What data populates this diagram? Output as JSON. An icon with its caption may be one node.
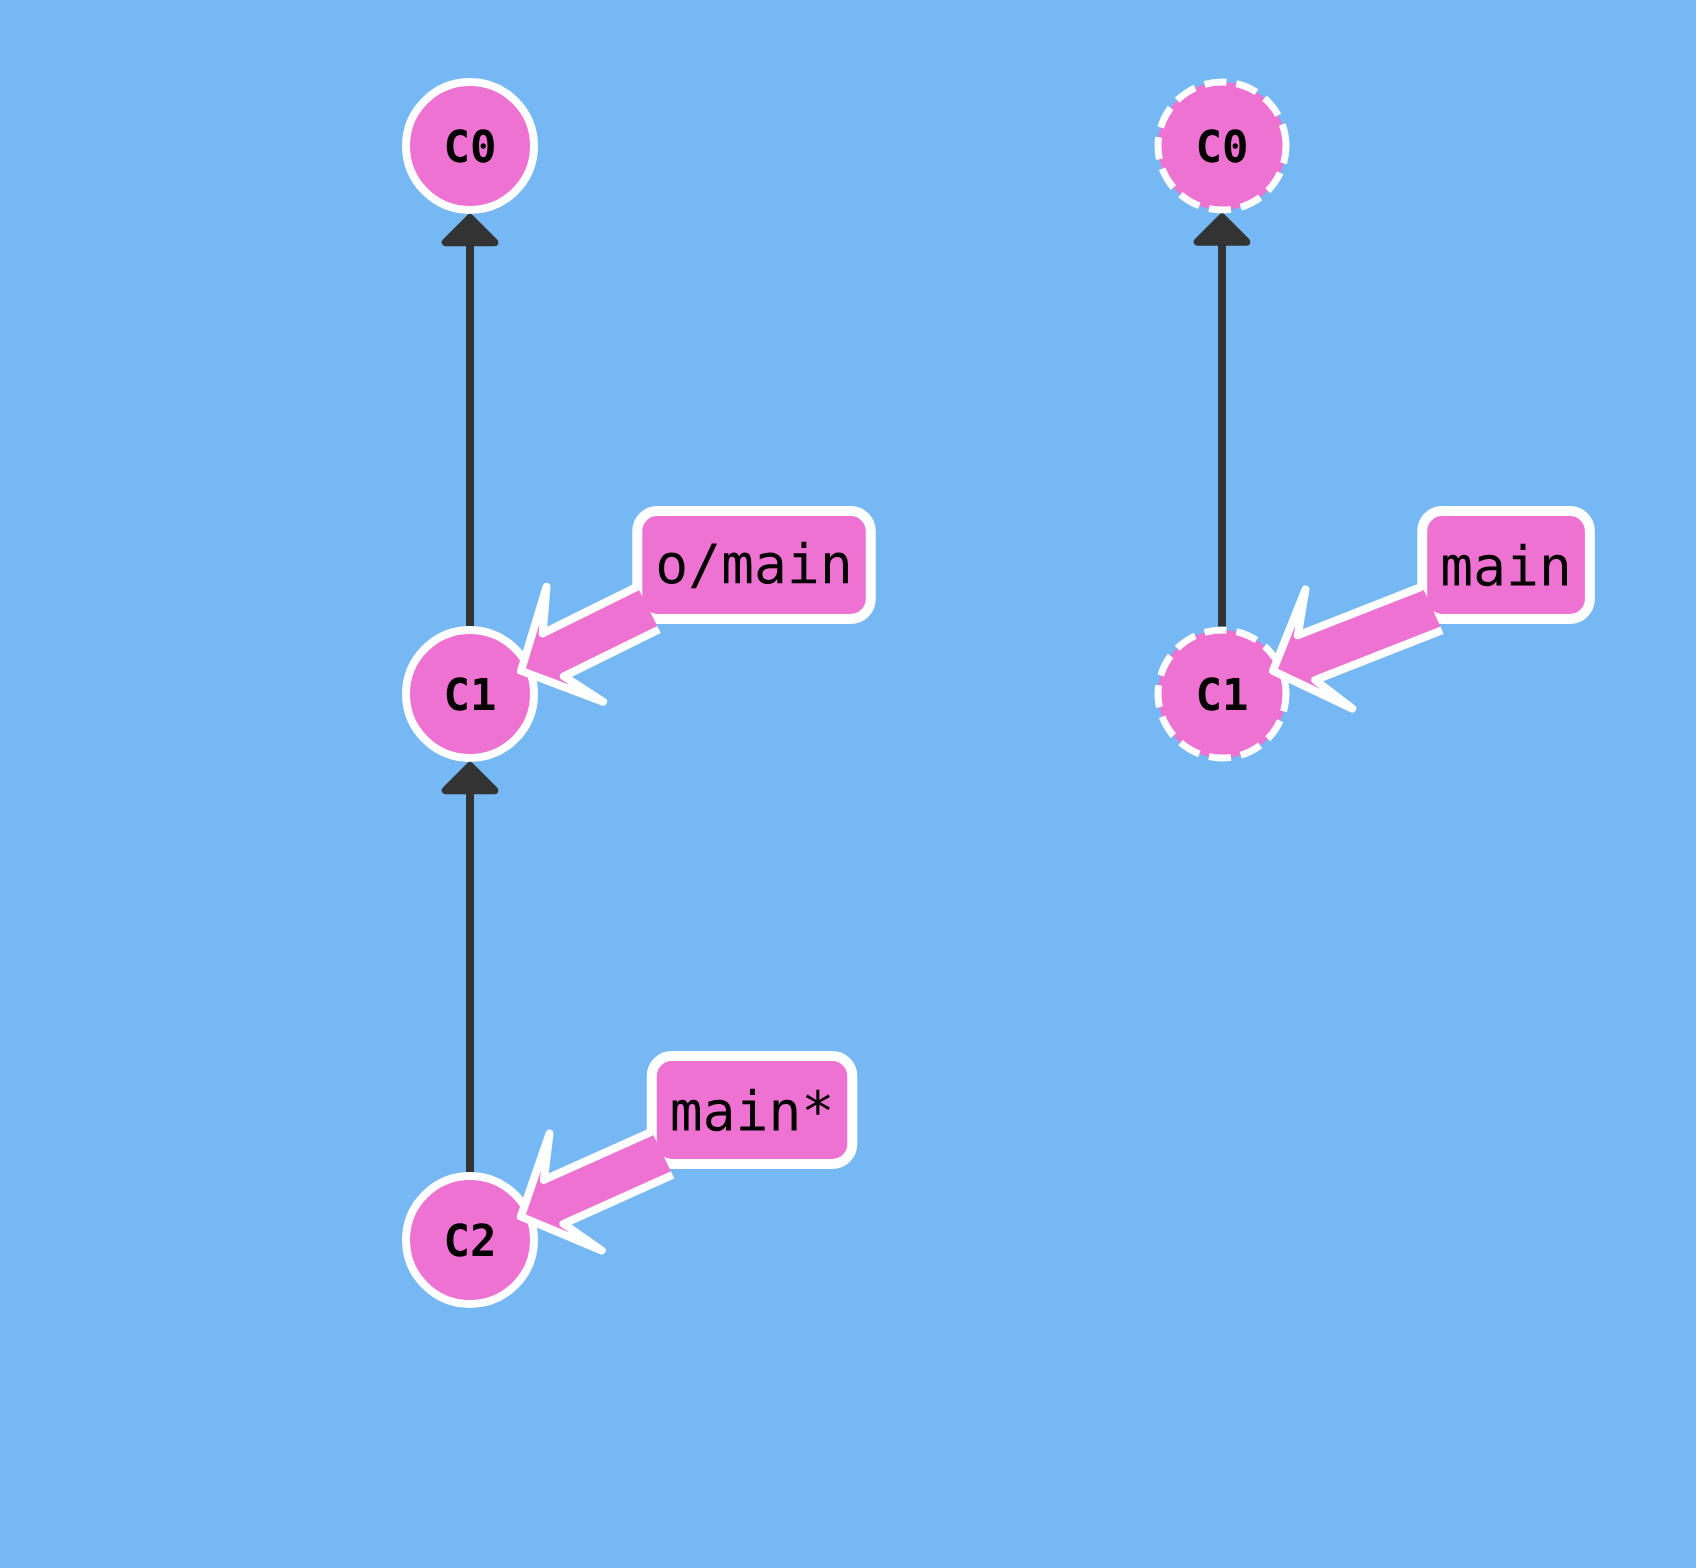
{
  "diagram": {
    "nodes": [
      {
        "text": [
          "C0"
        ]
      },
      {
        "text": [
          "o/main"
        ]
      },
      {
        "text": [
          "C1"
        ]
      },
      {
        "text": [
          "main*"
        ]
      },
      {
        "text": [
          "C2"
        ]
      },
      {
        "text": [
          "C0"
        ]
      },
      {
        "text": [
          "main"
        ]
      },
      {
        "text": [
          "C1"
        ]
      }
    ],
    "edges": [
      {
        "from": 2,
        "to": 0,
        "arrow": "to"
      },
      {
        "from": 4,
        "to": 2,
        "arrow": "to"
      },
      {
        "from": 7,
        "to": 5,
        "arrow": "to"
      },
      {
        "from": 1,
        "to": 2,
        "arrow": "to",
        "style": "thick",
        "color": "#ee72d2"
      },
      {
        "from": 3,
        "to": 4,
        "arrow": "to",
        "style": "thick",
        "color": "#ee72d2"
      },
      {
        "from": 6,
        "to": 7,
        "arrow": "to",
        "style": "thick",
        "color": "#ee72d2"
      }
    ]
  }
}
